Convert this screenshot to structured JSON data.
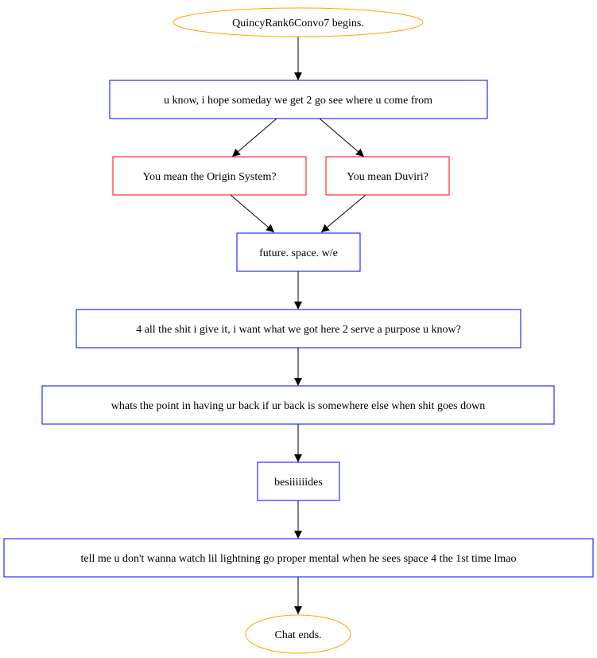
{
  "colors": {
    "terminal": "#ffa500",
    "dialogue": "#0000ff",
    "choice": "#ff0000",
    "edge": "#000000",
    "text": "#000000"
  },
  "nodes": {
    "start": {
      "label": "QuincyRank6Convo7 begins.",
      "kind": "terminal"
    },
    "n1": {
      "label": "u know, i hope someday we get 2 go see where u come from",
      "kind": "dialogue"
    },
    "c1": {
      "label": "You mean the Origin System?",
      "kind": "choice"
    },
    "c2": {
      "label": "You mean Duviri?",
      "kind": "choice"
    },
    "n2": {
      "label": "future. space. w/e",
      "kind": "dialogue"
    },
    "n3": {
      "label": "4 all the shit i give it, i want what we got here 2 serve a purpose u know?",
      "kind": "dialogue"
    },
    "n4": {
      "label": "whats the point in having ur back if ur back is somewhere else when shit goes down",
      "kind": "dialogue"
    },
    "n5": {
      "label": "besiiiiiides",
      "kind": "dialogue"
    },
    "n6": {
      "label": "tell me u don't wanna watch lil lightning go proper mental when he sees space 4 the 1st time lmao",
      "kind": "dialogue"
    },
    "end": {
      "label": "Chat ends.",
      "kind": "terminal"
    }
  },
  "edges": [
    [
      "start",
      "n1"
    ],
    [
      "n1",
      "c1"
    ],
    [
      "n1",
      "c2"
    ],
    [
      "c1",
      "n2"
    ],
    [
      "c2",
      "n2"
    ],
    [
      "n2",
      "n3"
    ],
    [
      "n3",
      "n4"
    ],
    [
      "n4",
      "n5"
    ],
    [
      "n5",
      "n6"
    ],
    [
      "n6",
      "end"
    ]
  ]
}
